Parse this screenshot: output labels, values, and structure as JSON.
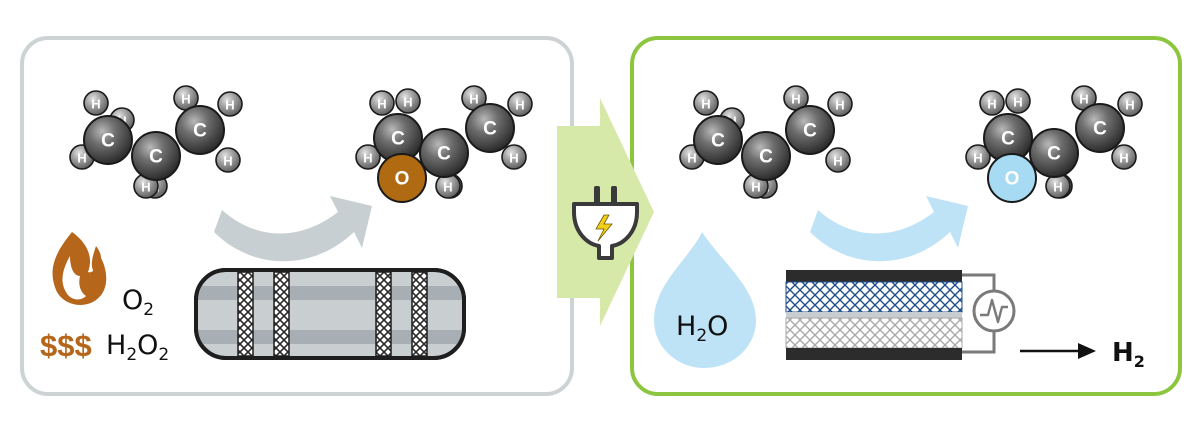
{
  "left_panel": {
    "chemicals": {
      "oxygen": {
        "base": "O",
        "sub": "2"
      },
      "peroxide": {
        "p1": "H",
        "s1": "2",
        "p2": "O",
        "s2": "2"
      }
    },
    "cost_symbol": "$$$"
  },
  "right_panel": {
    "water": {
      "base1": "H",
      "sub": "2",
      "base2": "O"
    },
    "hydrogen": {
      "base": "H",
      "sub": "2"
    }
  },
  "atoms": {
    "carbon": "C",
    "hydrogen": "H",
    "oxygen": "O"
  },
  "colors": {
    "left_border": "#cdd2d4",
    "right_border": "#8cc63f",
    "middle_arrow": "#d7e9a9",
    "left_arrow": "#c7cfd3",
    "right_arrow": "#bfe3f6",
    "oxygen_left": "#b06a12",
    "oxygen_right": "#a7dbf4",
    "flame": "#b5661b",
    "water_drop": "#bfe3f6",
    "bolt": "#f2cf1a"
  },
  "icons": [
    "flame-icon",
    "plug-icon",
    "water-drop-icon",
    "current-source-icon"
  ]
}
